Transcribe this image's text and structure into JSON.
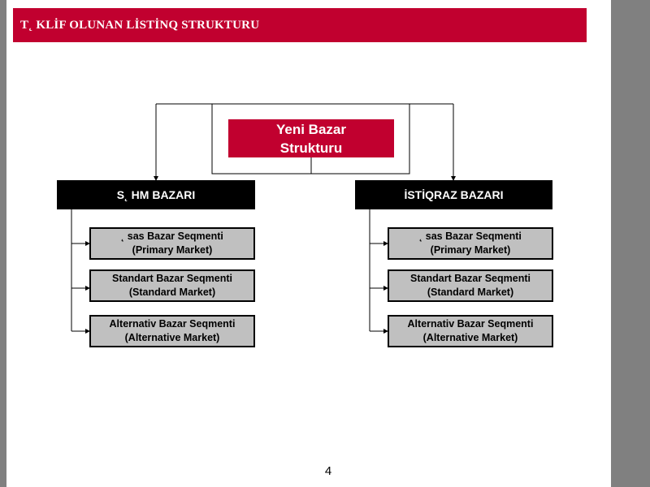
{
  "title": "T˛ KLİF OLUNAN LİSTİNQ STRUKTURU",
  "root": {
    "label": "Yeni Bazar Strukturu"
  },
  "markets": [
    {
      "label": "S˛ HM BAZARI",
      "segments": [
        {
          "line1": "˛ sas Bazar Seqmenti",
          "line2": "(Primary Market)"
        },
        {
          "line1": "Standart Bazar Seqmenti",
          "line2": "(Standard Market)"
        },
        {
          "line1": "Alternativ Bazar Seqmenti",
          "line2": "(Alternative Market)"
        }
      ]
    },
    {
      "label": "İSTİQRAZ BAZARI",
      "segments": [
        {
          "line1": "˛ sas Bazar Seqmenti",
          "line2": "(Primary Market)"
        },
        {
          "line1": "Standart Bazar Seqmenti",
          "line2": "(Standard Market)"
        },
        {
          "line1": "Alternativ Bazar Seqmenti",
          "line2": "(Alternative Market)"
        }
      ]
    }
  ],
  "page_number": "4",
  "colors": {
    "accent": "#c1002f",
    "market_box": "#000000",
    "segment_box": "#c0c0c0",
    "frame": "#808080"
  }
}
